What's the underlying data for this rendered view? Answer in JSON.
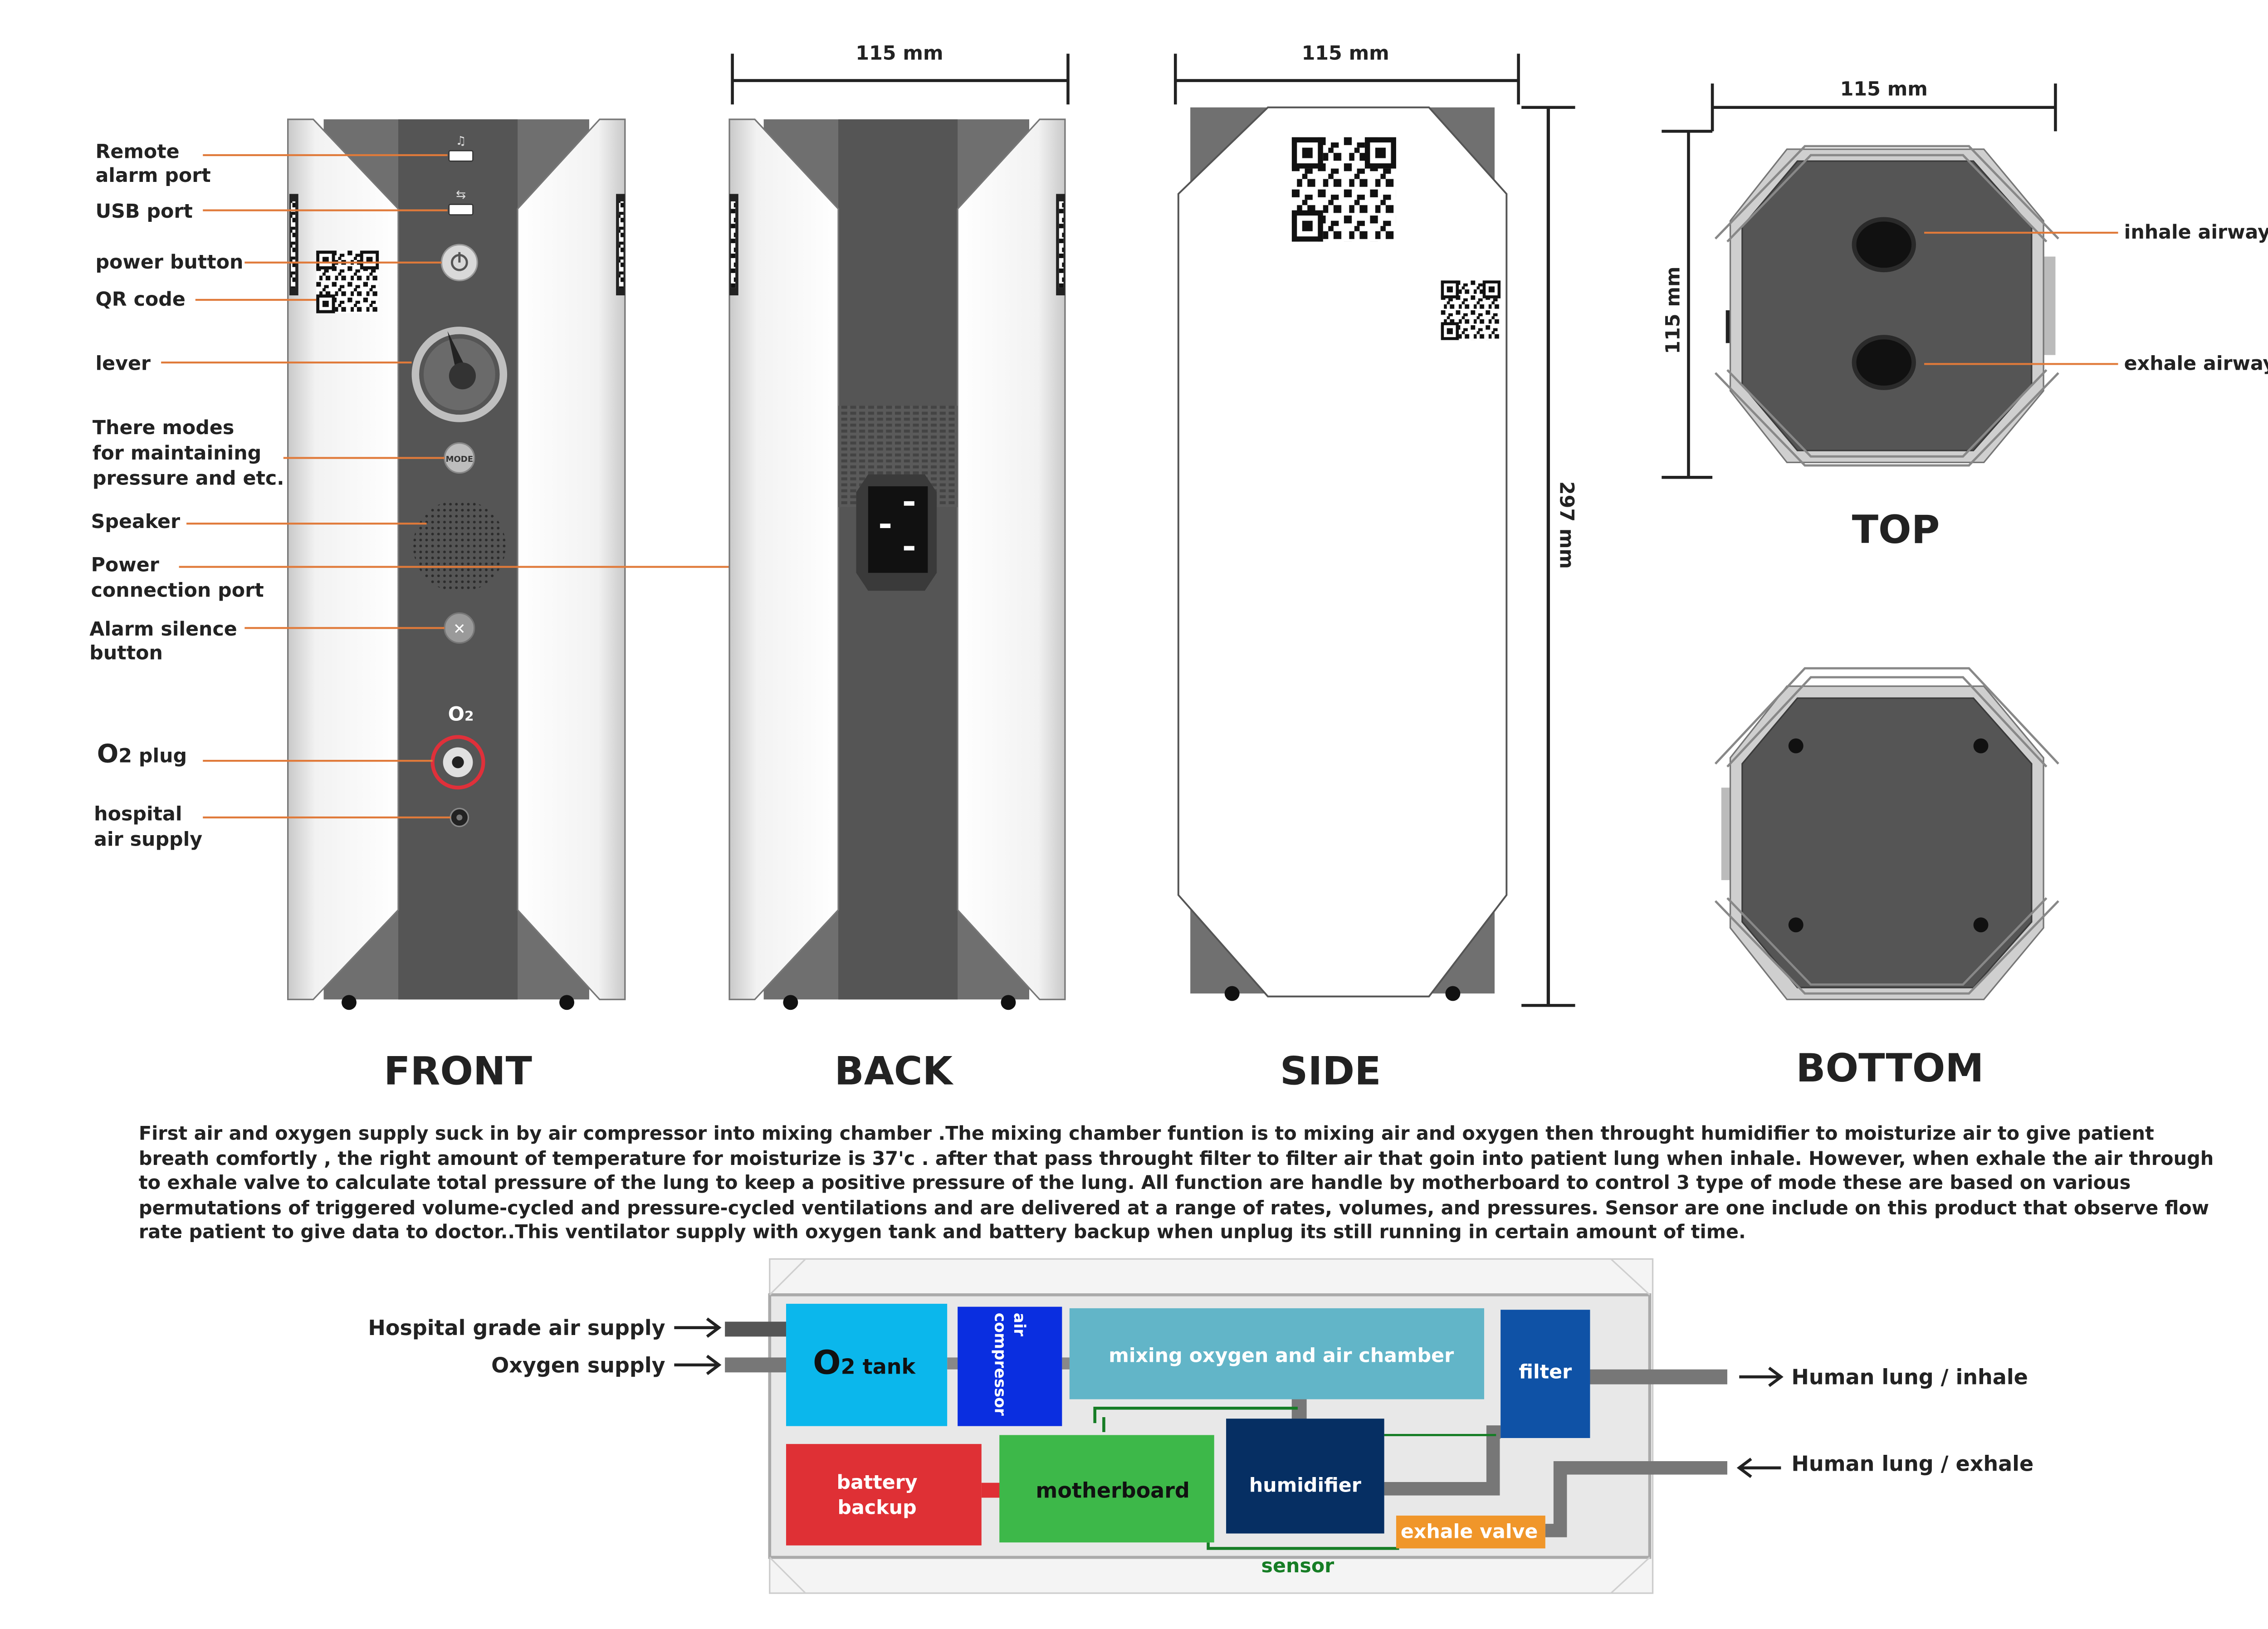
{
  "views": {
    "front": "FRONT",
    "back": "BACK",
    "side": "SIDE",
    "top": "TOP",
    "bottom": "BOTTOM"
  },
  "dimensions": {
    "back_width": "115 mm",
    "side_width": "115 mm",
    "side_height": "297 mm",
    "top_width": "115 mm",
    "top_depth": "115 mm"
  },
  "front_labels": {
    "remote_alarm_1": "Remote",
    "remote_alarm_2": "alarm port",
    "usb": "USB port",
    "power_button": "power button",
    "qr_code": "QR code",
    "lever": "lever",
    "modes_1": "There modes",
    "modes_2": "for maintaining",
    "modes_3": "pressure and etc.",
    "speaker": "Speaker",
    "power_port_1": "Power",
    "power_port_2": "connection port",
    "alarm_silence_1": "Alarm silence",
    "alarm_silence_2": "button",
    "o2_plug_main": "O",
    "o2_plug_rest": "2 plug",
    "hospital_air_1": "hospital",
    "hospital_air_2": "air supply",
    "o2_panel_main": "O",
    "o2_panel_sub": "2",
    "mode_button": "MODE"
  },
  "top_labels": {
    "inhale": "inhale airway",
    "exhale": "exhale airway"
  },
  "description": "First air and oxygen supply suck in by air compressor into mixing chamber .The mixing chamber funtion is to mixing air and oxygen then throught humidifier to moisturize air to give patient breath comfortly , the right amount of temperature for moisturize is 37'c . after that pass throught filter to filter air that goin into patient lung when inhale. However, when exhale the air through to exhale valve to calculate total pressure of the lung to keep a positive pressure of the lung. All function are handle by motherboard to control 3 type of mode these are based on various permutations of triggered volume-cycled and pressure-cycled ventilations and are delivered at a range of rates, volumes, and pressures. Sensor are one include on this product that observe flow rate patient to give data to doctor..This ventilator supply with oxygen tank and battery backup when unplug its still running in certain amount of time.",
  "flow": {
    "input_hospital_air": "Hospital grade air supply",
    "input_oxygen": "Oxygen supply",
    "o2_tank_main": "O",
    "o2_tank_rest": "2 tank",
    "air_compressor_1": "air",
    "air_compressor_2": "compressor",
    "mixing_chamber": "mixing oxygen and air chamber",
    "filter": "filter",
    "battery_1": "battery",
    "battery_2": "backup",
    "motherboard": "motherboard",
    "humidifier": "humidifier",
    "exhale_valve": "exhale valve",
    "sensor": "sensor",
    "output_inhale": "Human lung / inhale",
    "output_exhale": "Human lung / exhale"
  },
  "colors": {
    "body_dark": "#595959",
    "o2_tank": "#0bb7ec",
    "air_compressor": "#0a2ee0",
    "mixing_chamber": "#62b5c8",
    "filter": "#0f52a6",
    "battery": "#df3035",
    "motherboard": "#3db849",
    "humidifier": "#062f63",
    "exhale_valve": "#f0962a",
    "sensor_wire": "#167d25",
    "leader_line": "#e07a3a",
    "o2_ring": "#e0303a"
  }
}
